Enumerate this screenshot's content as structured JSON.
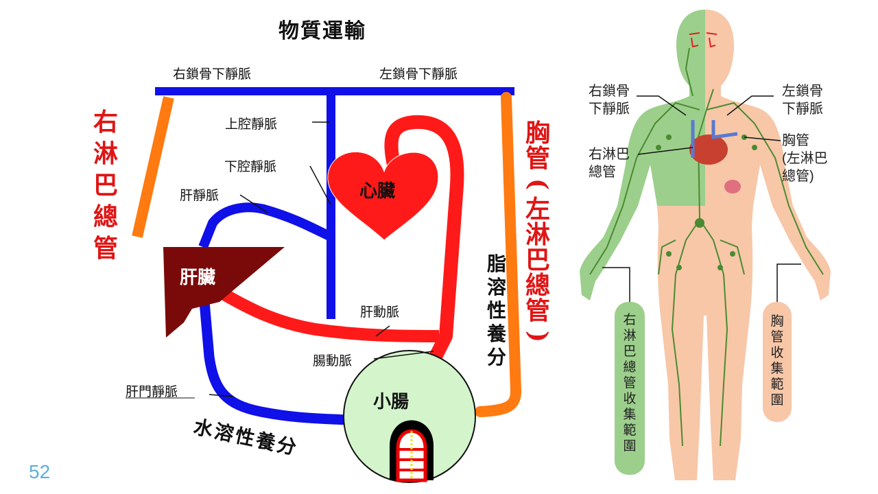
{
  "title": "物質運輸",
  "veins": {
    "right_subclavian": "右鎖骨下靜脈",
    "left_subclavian": "左鎖骨下靜脈",
    "superior_vena_cava": "上腔靜脈",
    "inferior_vena_cava": "下腔靜脈",
    "hepatic_vein": "肝靜脈",
    "hepatic_artery": "肝動脈",
    "intestinal_artery": "腸動脈",
    "hepatic_portal_vein": "肝門靜脈"
  },
  "lymph": {
    "right_duct": [
      "右",
      "淋",
      "巴",
      "總",
      "管"
    ],
    "thoracic_duct": [
      "胸",
      "管",
      "(",
      "左",
      "淋",
      "巴",
      "總",
      "管",
      ")"
    ]
  },
  "organs": {
    "heart": "心臟",
    "liver": "肝臟",
    "small_intestine": "小腸"
  },
  "nutrients": {
    "fat_soluble": [
      "脂",
      "溶",
      "性",
      "養",
      "分"
    ],
    "water_soluble": "水溶性養分"
  },
  "body_figure": {
    "right_subclavian": [
      "右鎖骨",
      "下靜脈"
    ],
    "left_subclavian": [
      "左鎖骨",
      "下靜脈"
    ],
    "right_lymph_duct": [
      "右淋巴",
      "總管"
    ],
    "thoracic_duct": [
      "胸管",
      "(左淋巴",
      "總管)"
    ],
    "right_collection_range": [
      "右",
      "淋",
      "巴",
      "總",
      "管",
      "收",
      "集",
      "範",
      "圍"
    ],
    "thoracic_collection_range": [
      "胸",
      "管",
      "收",
      "集",
      "範",
      "圍"
    ]
  },
  "colors": {
    "vein": "#1010e8",
    "artery": "#ff1a1a",
    "lymph": "#ff7a10",
    "liver": "#7a0a0a",
    "intestine": "#d4f5cc",
    "right_zone": "#9ccf8c",
    "left_zone": "#f7c7a8",
    "lymph_vessel": "#4a8a30"
  },
  "page_number": "52"
}
